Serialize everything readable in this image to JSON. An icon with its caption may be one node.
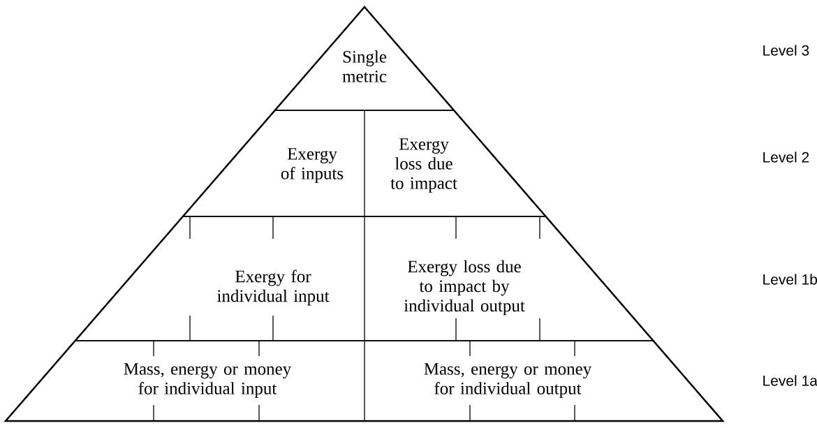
{
  "diagram": {
    "nodes": [
      {
        "text": [
          "Single metric"
        ]
      },
      {
        "text": [
          "Exergy of inputs"
        ]
      },
      {
        "text": [
          "Exergy loss due to impact"
        ]
      },
      {
        "text": [
          "Exergy for individual input"
        ]
      },
      {
        "text": [
          "Exergy loss due to impact by individual output"
        ]
      },
      {
        "text": [
          "Mass, energy or money for individual input"
        ]
      },
      {
        "text": [
          "Mass, energy or money for individual output"
        ]
      }
    ],
    "labels": [
      "Level 3",
      "Level 2",
      "Level 1b",
      "Level 1a"
    ]
  }
}
